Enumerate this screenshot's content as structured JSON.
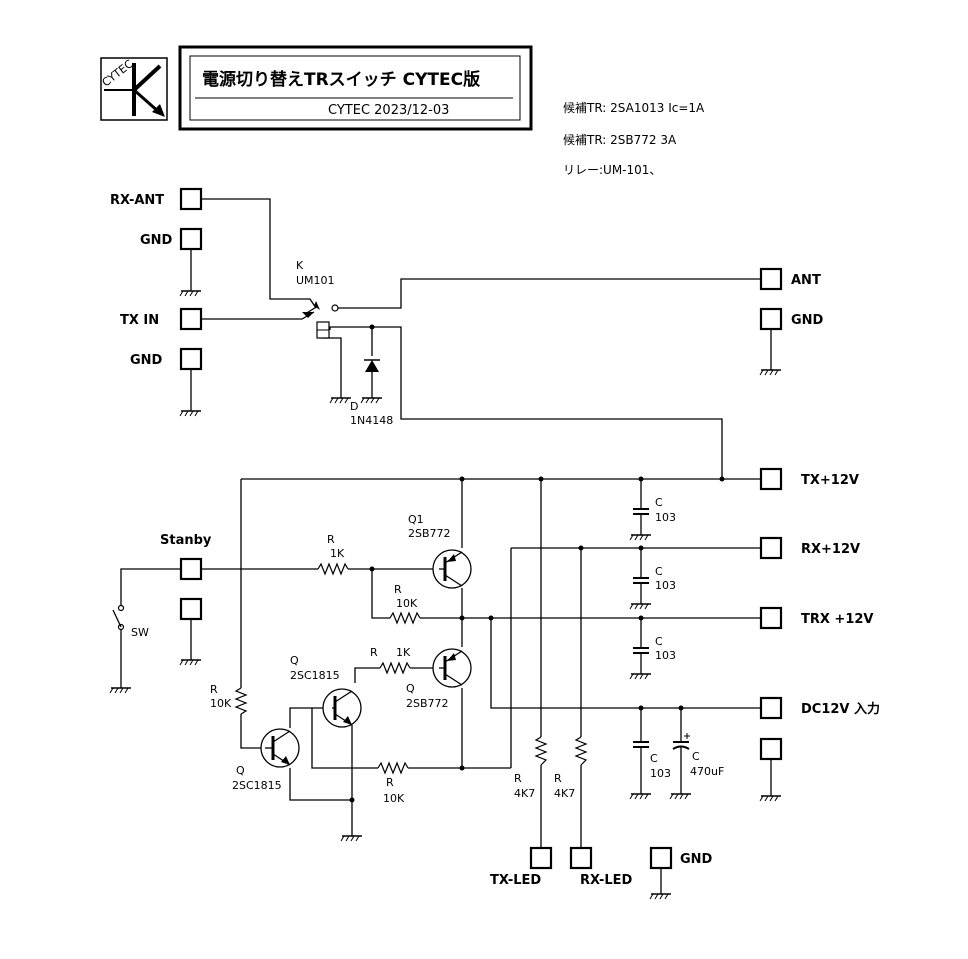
{
  "title_block": {
    "title": "電源切り替えTRスイッチ CYTEC版",
    "subtitle": "CYTEC 2023/12-03",
    "logo_text": "CYTEC"
  },
  "notes": [
    "候補TR: 2SA1013 Ic=1A",
    "候補TR: 2SB772 3A",
    "リレー:UM-101、"
  ],
  "terminals": {
    "rx_ant": "RX-ANT",
    "gnd1": "GND",
    "tx_in": "TX IN",
    "gnd2": "GND",
    "ant": "ANT",
    "gnd_ant": "GND",
    "tx12": "TX+12V",
    "rx12": "RX+12V",
    "trx12": "TRX +12V",
    "dc12": "DC12V 入力",
    "stanby": "Stanby",
    "tx_led": "TX-LED",
    "rx_led": "RX-LED",
    "gnd_bottom": "GND"
  },
  "parts": {
    "relay_ref": "K",
    "relay_val": "UM101",
    "diode_ref": "D",
    "diode_val": "1N4148",
    "q1_ref": "Q1",
    "q1_val": "2SB772",
    "q2_ref": "Q",
    "q2_val": "2SB772",
    "q3_ref": "Q",
    "q3_val": "2SC1815",
    "q4_ref": "Q",
    "q4_val": "2SC1815",
    "r_1k_a_ref": "R",
    "r_1k_a_val": "1K",
    "r_10k_a_ref": "R",
    "r_10k_a_val": "10K",
    "r_1k_b_ref": "R",
    "r_1k_b_val": "1K",
    "r_10k_left_ref": "R",
    "r_10k_left_val": "10K",
    "r_10k_bot_ref": "R",
    "r_10k_bot_val": "10K",
    "r_4k7_a_ref": "R",
    "r_4k7_a_val": "4K7",
    "r_4k7_b_ref": "R",
    "r_4k7_b_val": "4K7",
    "c1_ref": "C",
    "c1_val": "103",
    "c2_ref": "C",
    "c2_val": "103",
    "c3_ref": "C",
    "c3_val": "103",
    "c4_ref": "C",
    "c4_val": "103",
    "c5_ref": "C",
    "c5_val": "470uF",
    "sw": "SW"
  }
}
